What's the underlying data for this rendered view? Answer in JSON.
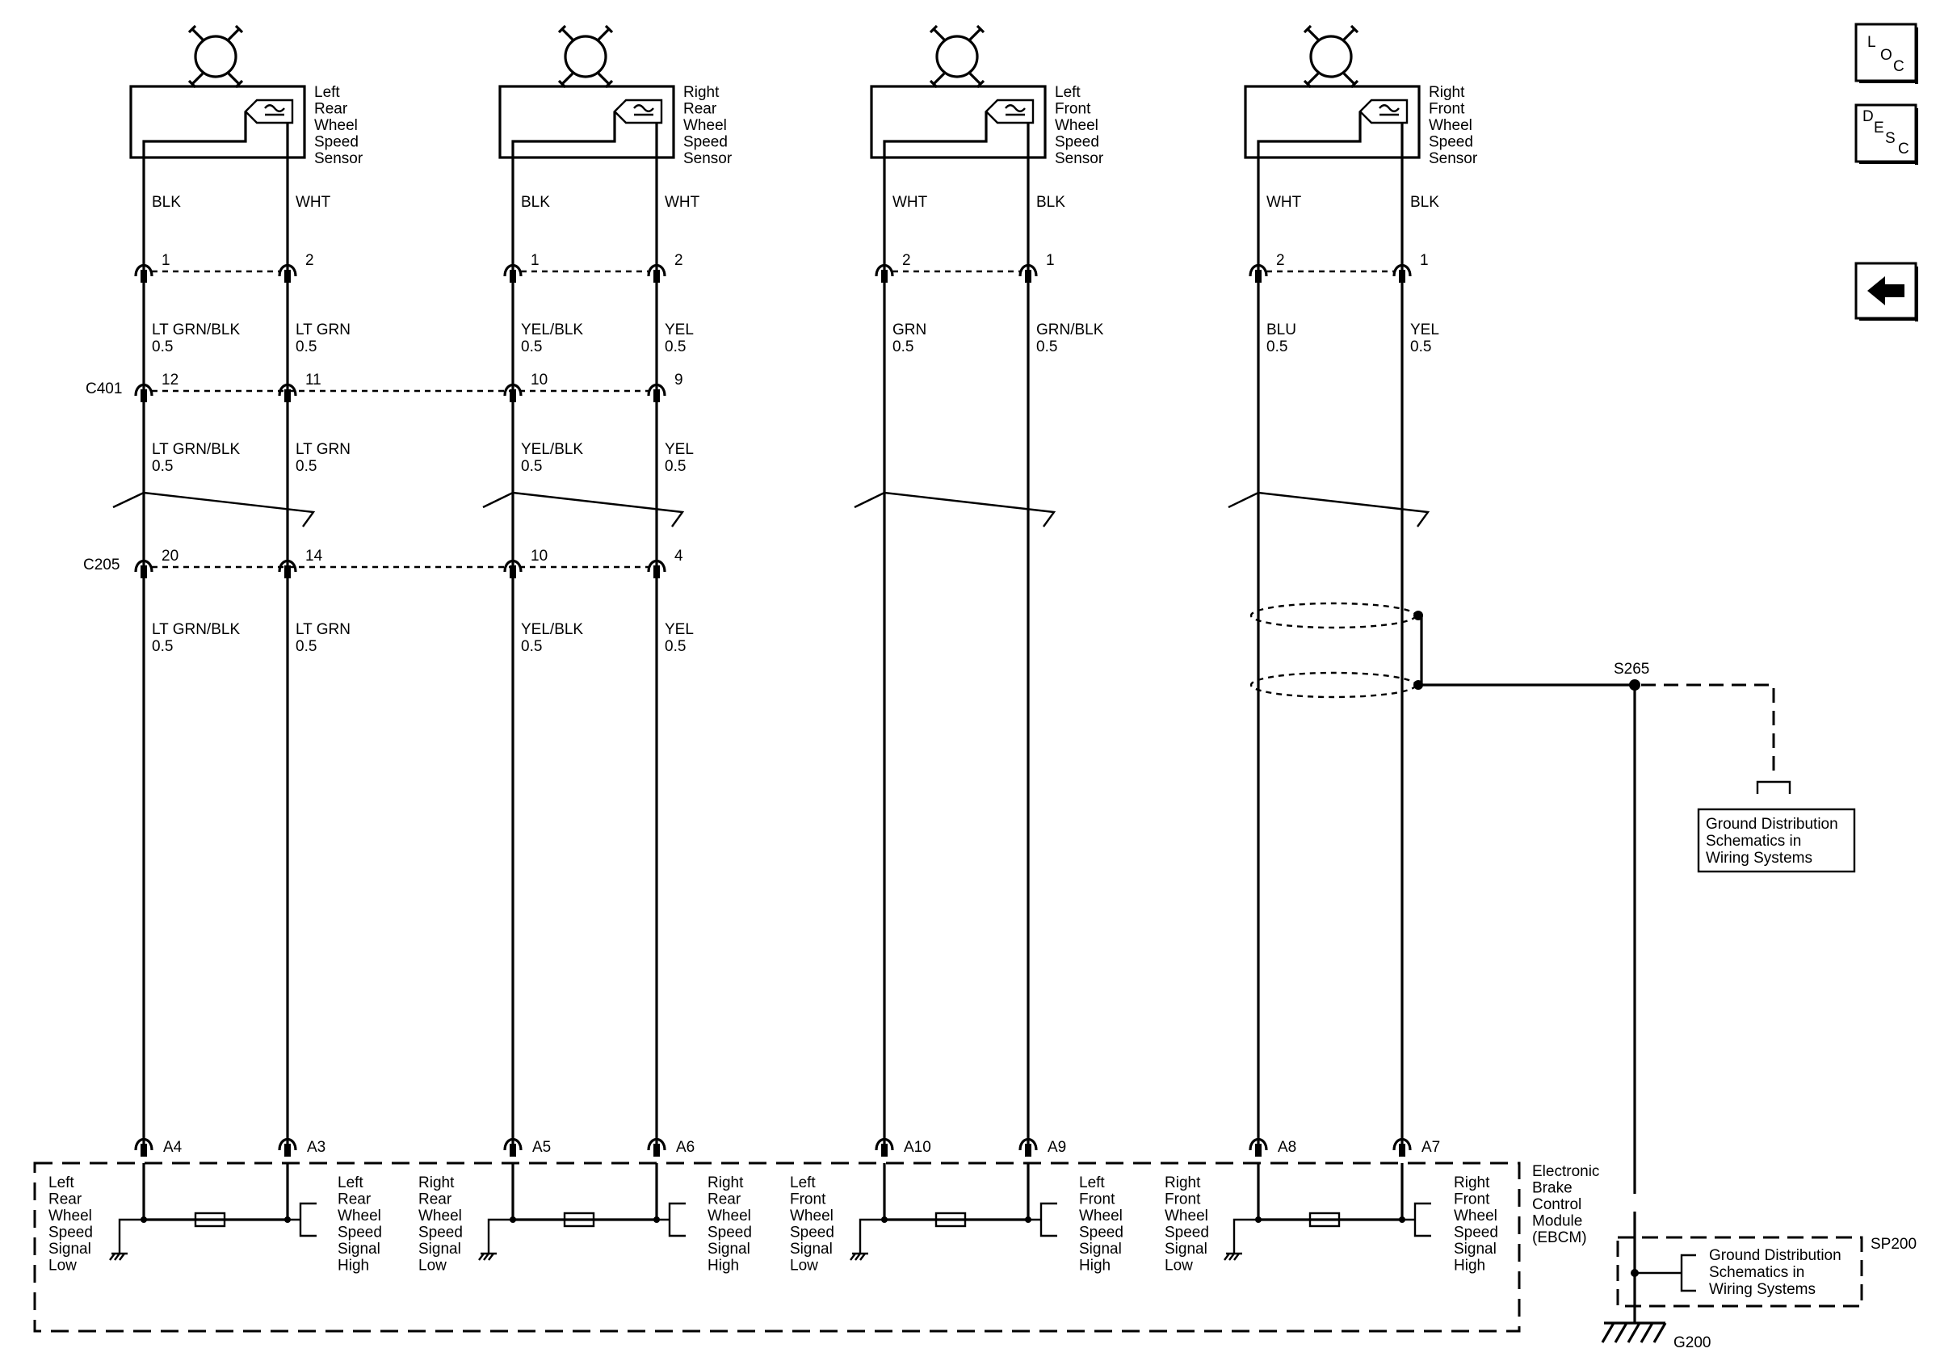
{
  "sensors": [
    {
      "name": "Left\nRear\nWheel\nSpeed\nSensor"
    },
    {
      "name": "Right\nRear\nWheel\nSpeed\nSensor"
    },
    {
      "name": "Left\nFront\nWheel\nSpeed\nSensor"
    },
    {
      "name": "Right\nFront\nWheel\nSpeed\nSensor"
    }
  ],
  "sensor_wire_colors": [
    "BLK",
    "WHT",
    "BLK",
    "WHT",
    "WHT",
    "BLK",
    "WHT",
    "BLK"
  ],
  "sensor_pins": [
    "1",
    "2",
    "1",
    "2",
    "2",
    "1",
    "2",
    "1"
  ],
  "harness1_wires": [
    "LT GRN/BLK\n0.5",
    "LT GRN\n0.5",
    "YEL/BLK\n0.5",
    "YEL\n0.5",
    "GRN\n0.5",
    "GRN/BLK\n0.5",
    "BLU\n0.5",
    "YEL\n0.5"
  ],
  "c401": {
    "name": "C401",
    "pins": [
      "12",
      "11",
      "10",
      "9"
    ]
  },
  "harness2_wires": [
    "LT GRN/BLK\n0.5",
    "LT GRN\n0.5",
    "YEL/BLK\n0.5",
    "YEL\n0.5"
  ],
  "c205": {
    "name": "C205",
    "pins": [
      "20",
      "14",
      "10",
      "4"
    ]
  },
  "harness3_wires": [
    "LT GRN/BLK\n0.5",
    "LT GRN\n0.5",
    "YEL/BLK\n0.5",
    "YEL\n0.5"
  ],
  "ebcm_pins": [
    "A4",
    "A3",
    "A5",
    "A6",
    "A10",
    "A9",
    "A8",
    "A7"
  ],
  "ebcm_signals": [
    "Left\nRear\nWheel\nSpeed\nSignal\nLow",
    "Left\nRear\nWheel\nSpeed\nSignal\nHigh",
    "Right\nRear\nWheel\nSpeed\nSignal\nLow",
    "Right\nRear\nWheel\nSpeed\nSignal\nHigh",
    "Left\nFront\nWheel\nSpeed\nSignal\nLow",
    "Left\nFront\nWheel\nSpeed\nSignal\nHigh",
    "Right\nFront\nWheel\nSpeed\nSignal\nLow",
    "Right\nFront\nWheel\nSpeed\nSignal\nHigh"
  ],
  "ebcm_name": "Electronic\nBrake\nControl\nModule\n(EBCM)",
  "splice": "S265",
  "ground_ref_1": "Ground Distribution\nSchematics in\nWiring Systems",
  "ground_ref_2": "Ground Distribution\nSchematics in\nWiring Systems",
  "sp_name": "SP200",
  "ground_name": "G200",
  "nav": {
    "loc": [
      "L",
      "O",
      "C"
    ],
    "desc": [
      "D",
      "E",
      "S",
      "C"
    ]
  }
}
